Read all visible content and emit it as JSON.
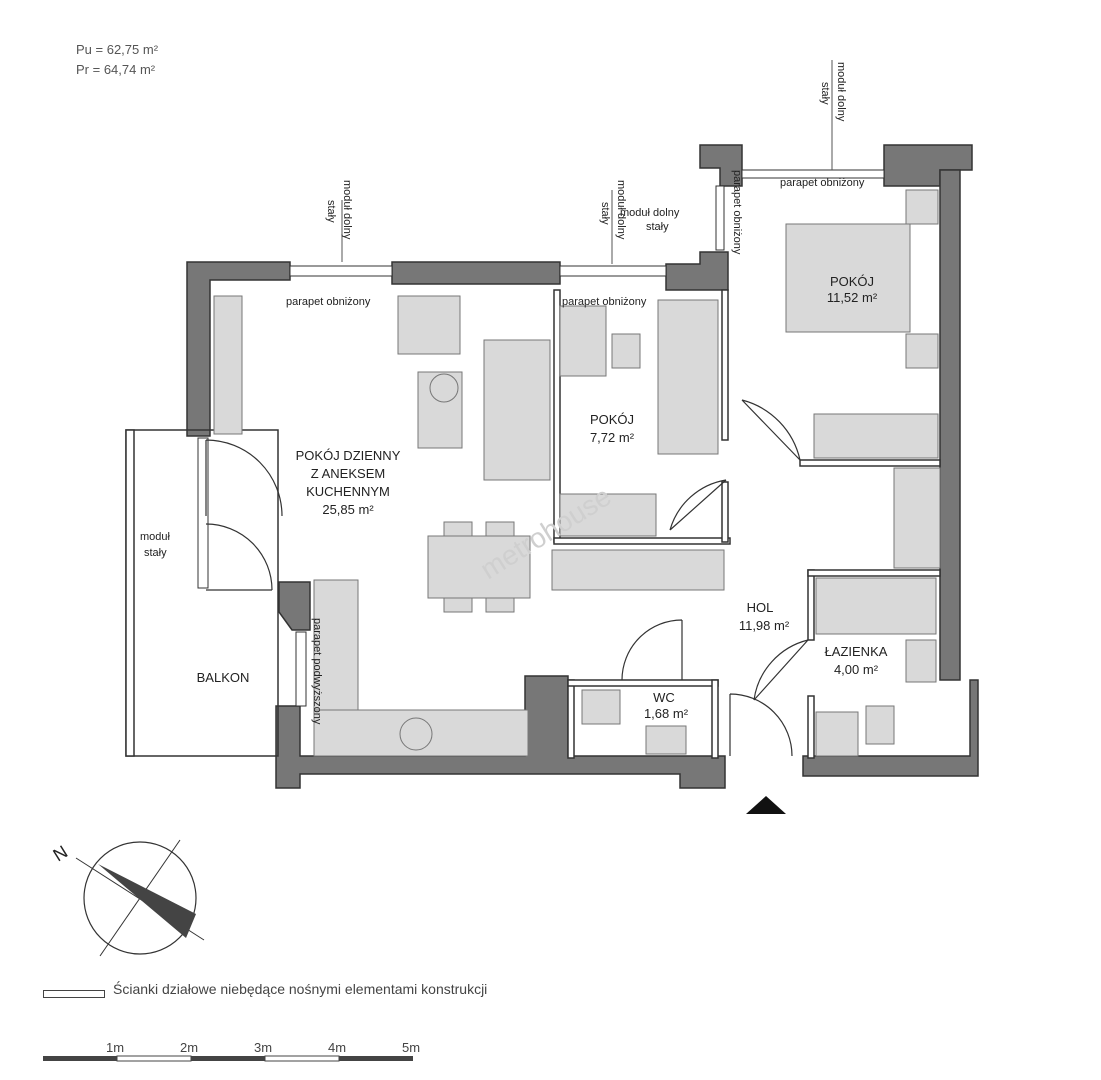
{
  "areas": {
    "pu_label": "Pu = ",
    "pu_value": "62,75 m²",
    "pr_label": "Pr = ",
    "pr_value": "64,74 m²"
  },
  "rooms": {
    "living": {
      "line1": "POKÓJ DZIENNY",
      "line2": "Z ANEKSEM",
      "line3": "KUCHENNYM",
      "area": "25,85 m²"
    },
    "room_small": {
      "name": "POKÓJ",
      "area": "7,72 m²"
    },
    "room_big": {
      "name": "POKÓJ",
      "area": "11,52 m²"
    },
    "hall": {
      "name": "HOL",
      "area": "11,98 m²"
    },
    "bathroom": {
      "name": "ŁAZIENKA",
      "area": "4,00 m²"
    },
    "wc": {
      "name": "WC",
      "area": "1,68 m²"
    },
    "balcony": {
      "name": "BALKON"
    }
  },
  "notes": {
    "parapet_lowered": "parapet obniżony",
    "parapet_raised": "parapet podwyższony",
    "module_line1": "moduł dolny",
    "module_line2": "stały",
    "module_fixed1": "moduł",
    "module_fixed2": "stały"
  },
  "compass": {
    "north": "N"
  },
  "watermark": "metrohouse",
  "legend": {
    "text": "Ścianki działowe niebędące nośnymi elementami konstrukcji"
  },
  "scale": {
    "marks": [
      "1m",
      "2m",
      "3m",
      "4m",
      "5m"
    ]
  },
  "colors": {
    "wall": "#777777",
    "furniture": "#d9d9d9",
    "outline": "#333333"
  }
}
